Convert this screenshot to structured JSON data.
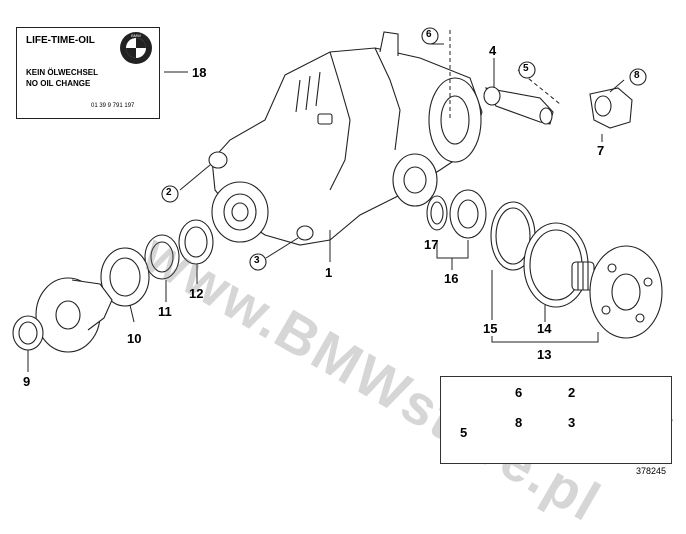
{
  "sticker": {
    "title": "LIFE-TIME-OIL",
    "line1": "KEIN ÖLWECHSEL",
    "line2": "NO OIL CHANGE",
    "part_number": "01 39 9 791 197",
    "logo_text": "BMW"
  },
  "watermark": "www.BMWstore.pl",
  "callouts": {
    "c1": "1",
    "c2": "2",
    "c3": "3",
    "c4": "4",
    "c5": "5",
    "c6": "6",
    "c7": "7",
    "c8": "8",
    "c9": "9",
    "c10": "10",
    "c11": "11",
    "c12": "12",
    "c13": "13",
    "c14": "14",
    "c15": "15",
    "c16": "16",
    "c17": "17",
    "c18": "18"
  },
  "fasteners": {
    "f5": "5",
    "f6": "6",
    "f8": "8",
    "f2": "2",
    "f3": "3"
  },
  "doc_number": "378245",
  "colors": {
    "line": "#222222",
    "fill": "#ffffff",
    "watermark": "#9a9a9a"
  }
}
